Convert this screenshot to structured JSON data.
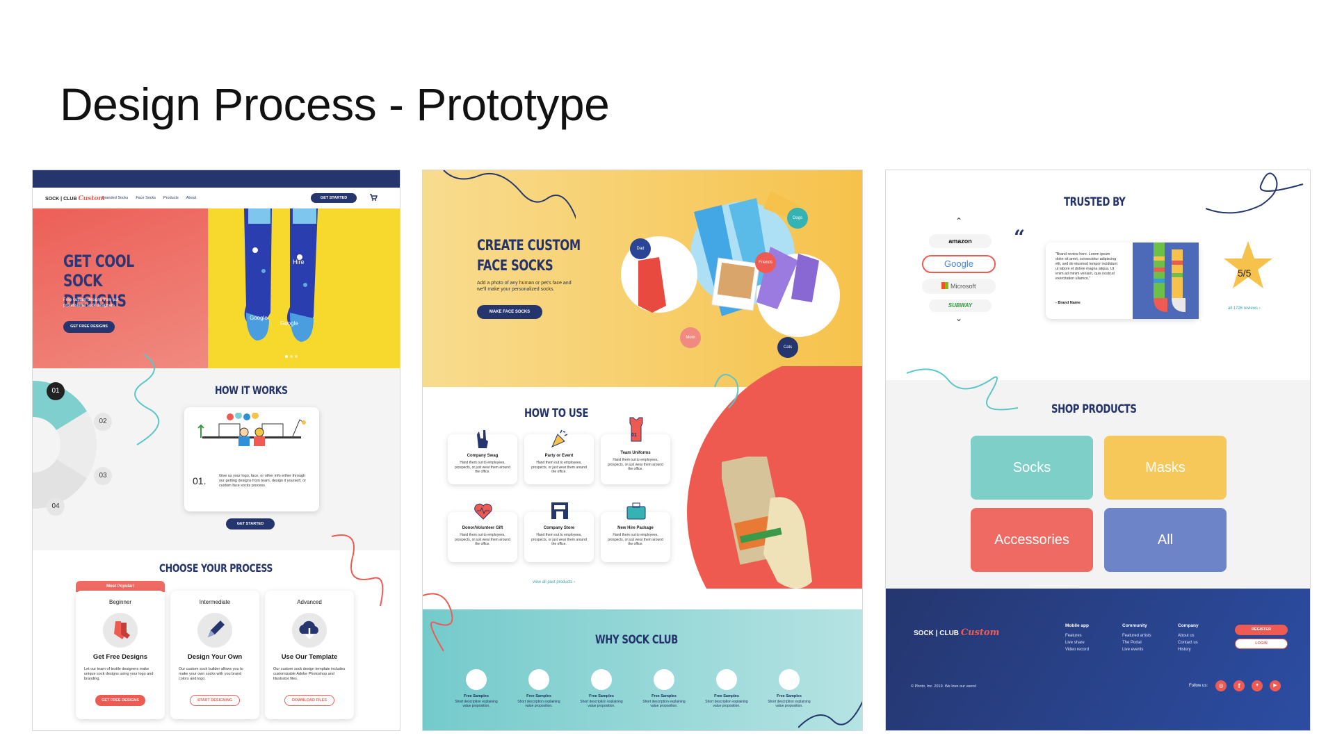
{
  "slide": {
    "title": "Design Process - Prototype"
  },
  "p1": {
    "brand": "SOCK | CLUB",
    "brand_script": "Custom",
    "nav": [
      "Branded Socks",
      "Face Socks",
      "Products",
      "About"
    ],
    "get_started": "GET STARTED",
    "hero_title_1": "GET COOL SOCK",
    "hero_title_2": "DESIGNS",
    "hero_sub": "Free custom designs from our professional sock designers.",
    "hero_btn": "GET FREE DESIGNS",
    "sock_labels": [
      "Hire",
      "Google"
    ],
    "how_title": "HOW IT WORKS",
    "steps": [
      "01",
      "02",
      "03",
      "04"
    ],
    "step_num": "01.",
    "step_text": "Give us your logo, face, or other info either through our getting designs from team, design it yourself, or custom face socks process.",
    "step_btn": "GET STARTED",
    "choose_title": "CHOOSE YOUR PROCESS",
    "most_popular": "Most Popular!",
    "options": [
      {
        "level": "Beginner",
        "name": "Get Free Designs",
        "desc": "Let our team of textile designers make unique sock designs using your logo and branding.",
        "btn": "GET FREE DESIGNS"
      },
      {
        "level": "Intermediate",
        "name": "Design Your Own",
        "desc": "Our custom sock builder allows you to make your own socks with you brand colors and logo.",
        "btn": "START DESIGNING"
      },
      {
        "level": "Advanced",
        "name": "Use Our Template",
        "desc": "Our custom sock design template includes customizable Adobe Photoshop and Illustrator files.",
        "btn": "DOWNLOAD FILES"
      }
    ]
  },
  "p2": {
    "hero_title_1": "CREATE CUSTOM",
    "hero_title_2": "FACE SOCKS",
    "hero_sub": "Add a photo of any human or pet's face and we'll make your personalized socks.",
    "hero_btn": "MAKE FACE SOCKS",
    "bubbles": [
      "Dad",
      "Dogs",
      "Friends",
      "Mom",
      "Cats"
    ],
    "how_title": "HOW TO USE",
    "uses": [
      {
        "name": "Company Swag",
        "desc": "Hand them out to employees, prospects, or just wear them around the office."
      },
      {
        "name": "Party or Event",
        "desc": "Hand them out to employees, prospects, or just wear them around the office."
      },
      {
        "name": "Team Uniforms",
        "desc": "Hand them out to employees, prospects, or just wear them around the office."
      },
      {
        "name": "Donor/Volunteer Gift",
        "desc": "Hand them out to employees, prospects, or just wear them around the office."
      },
      {
        "name": "Company Store",
        "desc": "Hand them out to employees, prospects, or just wear them around the office."
      },
      {
        "name": "New Hire Package",
        "desc": "Hand them out to employees, prospects, or just wear them around the office."
      }
    ],
    "jersey_num": "01",
    "view_all": "view all past products",
    "why_title": "WHY SOCK CLUB",
    "why_items": [
      {
        "name": "Free Samples",
        "desc": "Short description explaining value proposition."
      },
      {
        "name": "Free Samples",
        "desc": "Short description explaining value proposition."
      },
      {
        "name": "Free Samples",
        "desc": "Short description explaining value proposition."
      },
      {
        "name": "Free Samples",
        "desc": "Short description explaining value proposition."
      },
      {
        "name": "Free Samples",
        "desc": "Short description explaining value proposition."
      },
      {
        "name": "Free Samples",
        "desc": "Short description explaining value proposition."
      }
    ]
  },
  "p3": {
    "trusted_title": "TRUSTED BY",
    "logos": [
      "amazon",
      "Google",
      "Microsoft",
      "SUBWAY"
    ],
    "review_text": "\"Brand review here. Lorem ipsum dolor sit amet, consectetur adipiscing elit, sed do eiusmod tempor incididunt ut labore et dolore magna aliqua. Ut enim ad minim veniam, quis nostrud exercitation ullamco.\"",
    "review_author": "- Brand Name",
    "rating": "5/5",
    "reviews_link": "all 1726 reviews",
    "shop_title": "SHOP PRODUCTS",
    "tiles": [
      "Socks",
      "Masks",
      "Accessories",
      "All"
    ],
    "footer": {
      "brand": "SOCK | CLUB",
      "brand_script": "Custom",
      "cols": [
        {
          "title": "Mobile app",
          "links": [
            "Features",
            "Live share",
            "Video record"
          ]
        },
        {
          "title": "Community",
          "links": [
            "Featured artists",
            "The Portal",
            "Live events"
          ]
        },
        {
          "title": "Company",
          "links": [
            "About us",
            "Contact us",
            "History"
          ]
        }
      ],
      "register": "REGISTER",
      "login": "LOGIN",
      "copyright": "© Photo, Inc. 2019. We love our users!",
      "follow": "Follow us:"
    }
  },
  "colors": {
    "navy": "#25366f",
    "coral": "#ee5b52",
    "yellow": "#f6c24b",
    "teal": "#74cacb",
    "blue": "#4f6ab5"
  }
}
